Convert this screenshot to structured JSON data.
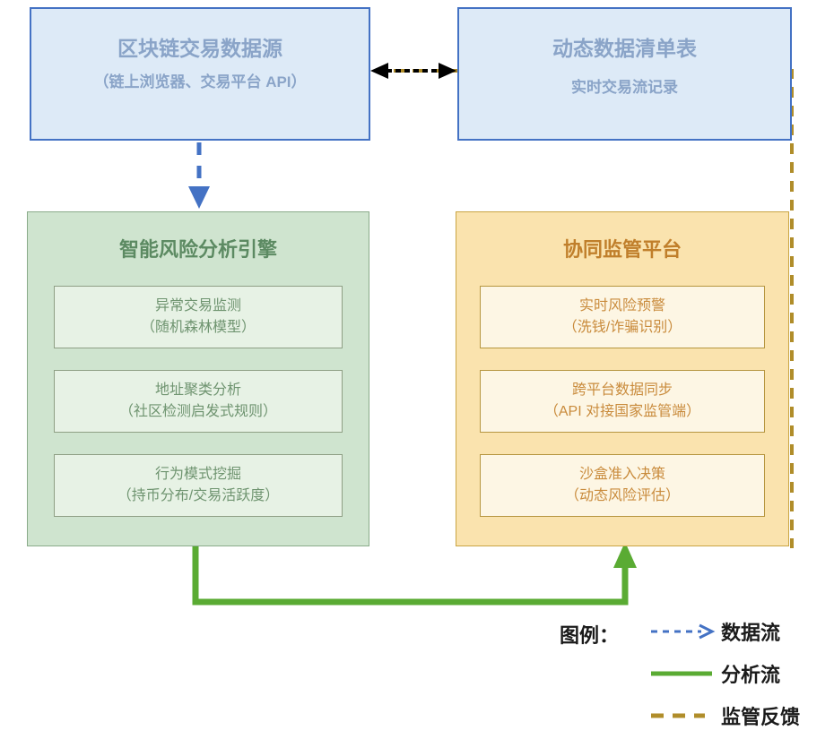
{
  "diagram": {
    "nodes": {
      "data_source": {
        "title": "区块链交易数据源",
        "subtitle": "（链上浏览器、交易平台 API）",
        "fill": "#ddeaf7",
        "stroke": "#4472c4"
      },
      "dynamic_table": {
        "title": "动态数据清单表",
        "subtitle": "实时交易流记录",
        "fill": "#ddeaf7",
        "stroke": "#4472c4"
      },
      "risk_engine": {
        "title": "智能风险分析引擎",
        "fill": "#cfe4cf",
        "stroke": "#8aab8a",
        "cards": [
          {
            "line1": "异常交易监测",
            "line2": "（随机森林模型）"
          },
          {
            "line1": "地址聚类分析",
            "line2": "（社区检测启发式规则）"
          },
          {
            "line1": "行为模式挖掘",
            "line2": "（持币分布/交易活跃度）"
          }
        ]
      },
      "regulation_platform": {
        "title": "协同监管平台",
        "fill": "#fae3ae",
        "stroke": "#c9a544",
        "cards": [
          {
            "line1": "实时风险预警",
            "line2": "（洗钱/诈骗识别）"
          },
          {
            "line1": "跨平台数据同步",
            "line2": "（API 对接国家监管端）"
          },
          {
            "line1": "沙盒准入决策",
            "line2": "（动态风险评估）"
          }
        ]
      }
    },
    "edges": {
      "source_to_table": {
        "style": "bidirectional-arrow",
        "color": "#000000"
      },
      "source_to_engine": {
        "style": "dashed-arrow",
        "color": "#4472c4"
      },
      "engine_to_platform": {
        "style": "solid-arrow",
        "color": "#5aab33"
      },
      "table_feedback": {
        "style": "dashed",
        "color": "#b08d2a"
      }
    }
  },
  "legend": {
    "title": "图例：",
    "items": [
      {
        "label": "数据流",
        "style": "dashed-arrow",
        "color": "#4472c4",
        "icon": "dashed-arrow-icon"
      },
      {
        "label": "分析流",
        "style": "solid",
        "color": "#5aab33",
        "icon": "solid-line-icon"
      },
      {
        "label": "监管反馈",
        "style": "dashed",
        "color": "#b08d2a",
        "icon": "dashed-line-icon"
      }
    ]
  }
}
